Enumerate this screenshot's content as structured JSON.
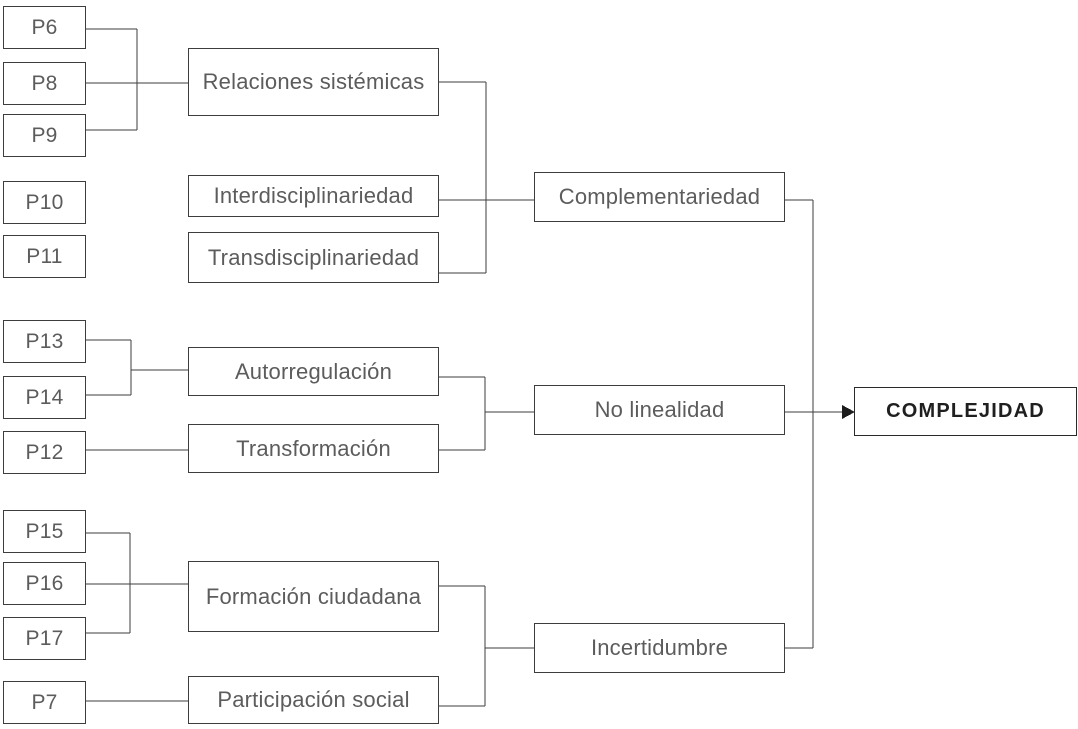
{
  "diagram": {
    "type": "concept-map",
    "outcome": "COMPLEJIDAD",
    "groups": [
      {
        "category": "Complementariedad",
        "themes": [
          {
            "label": "Relaciones sistémicas",
            "sources": [
              "P6",
              "P8",
              "P9"
            ]
          },
          {
            "label": "Interdisciplinariedad",
            "sources": [
              "P10"
            ]
          },
          {
            "label": "Transdisciplinariedad",
            "sources": [
              "P11"
            ]
          }
        ]
      },
      {
        "category": "No linealidad",
        "themes": [
          {
            "label": "Autorregulación",
            "sources": [
              "P13",
              "P14"
            ]
          },
          {
            "label": "Transformación",
            "sources": [
              "P12"
            ]
          }
        ]
      },
      {
        "category": "Incertidumbre",
        "themes": [
          {
            "label": "Formación ciudadana",
            "sources": [
              "P15",
              "P16",
              "P17"
            ]
          },
          {
            "label": "Participación social",
            "sources": [
              "P7"
            ]
          }
        ]
      }
    ],
    "colors": {
      "background": "#ffffff",
      "line": "#3d3d3d",
      "label_text": "#5c5c5c",
      "outcome_text": "#1f1f1f"
    }
  }
}
